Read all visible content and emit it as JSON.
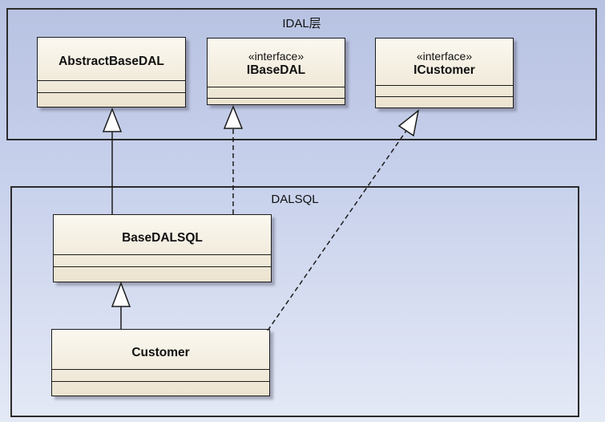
{
  "packages": {
    "idal": {
      "title": "IDAL层"
    },
    "dalsql": {
      "title": "DALSQL"
    }
  },
  "classes": {
    "abstract_base_dal": {
      "name": "AbstractBaseDAL",
      "stereotype": ""
    },
    "ibase_dal": {
      "name": "IBaseDAL",
      "stereotype": "«interface»"
    },
    "icustomer": {
      "name": "ICustomer",
      "stereotype": "«interface»"
    },
    "base_dal_sql": {
      "name": "BaseDALSQL",
      "stereotype": ""
    },
    "customer": {
      "name": "Customer",
      "stereotype": ""
    }
  },
  "relations": [
    {
      "from": "BaseDALSQL",
      "to": "AbstractBaseDAL",
      "type": "generalization"
    },
    {
      "from": "BaseDALSQL",
      "to": "IBaseDAL",
      "type": "realization"
    },
    {
      "from": "Customer",
      "to": "BaseDALSQL",
      "type": "generalization"
    },
    {
      "from": "Customer",
      "to": "ICustomer",
      "type": "realization"
    }
  ]
}
